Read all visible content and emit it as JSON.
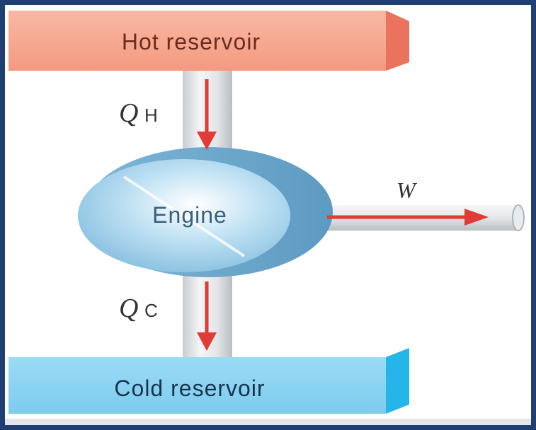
{
  "diagram": {
    "hot_reservoir": {
      "label": "Hot reservoir",
      "color": "#f4a58f",
      "edge_color": "#e9735c"
    },
    "cold_reservoir": {
      "label": "Cold reservoir",
      "color": "#8fd3f2",
      "edge_color": "#25b5e8"
    },
    "engine": {
      "label": "Engine",
      "color": "#a9d6ec"
    },
    "heat_in": {
      "symbol": "Q",
      "subscript": "H"
    },
    "heat_out": {
      "symbol": "Q",
      "subscript": "C"
    },
    "work": {
      "symbol": "W"
    },
    "arrow_color": "#e03b36",
    "frame_color": "#1f3f72"
  }
}
